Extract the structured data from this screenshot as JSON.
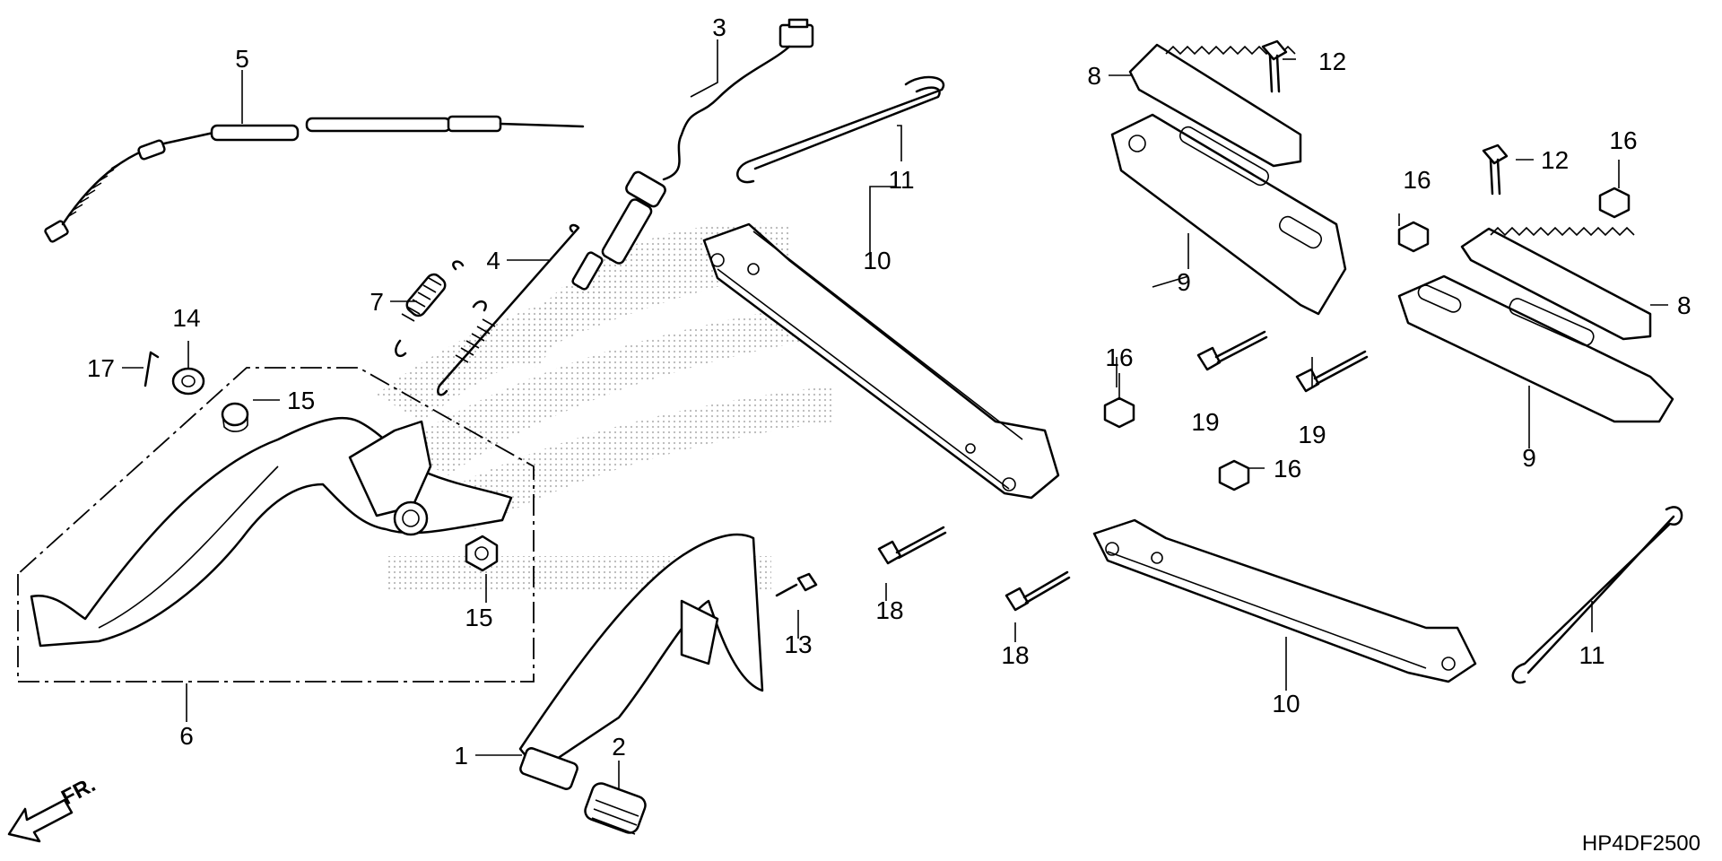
{
  "diagram_code": "HP4DF2500",
  "direction_label": "FR.",
  "callouts": {
    "c1": "1",
    "c2": "2",
    "c3": "3",
    "c4": "4",
    "c5": "5",
    "c6": "6",
    "c7": "7",
    "c8a": "8",
    "c8b": "8",
    "c9a": "9",
    "c9b": "9",
    "c10a": "10",
    "c10b": "10",
    "c11a": "11",
    "c11b": "11",
    "c12a": "12",
    "c12b": "12",
    "c13": "13",
    "c14": "14",
    "c15a": "15",
    "c15b": "15",
    "c16a": "16",
    "c16b": "16",
    "c16c": "16",
    "c16d": "16",
    "c17": "17",
    "c18a": "18",
    "c18b": "18",
    "c19a": "19",
    "c19b": "19"
  }
}
